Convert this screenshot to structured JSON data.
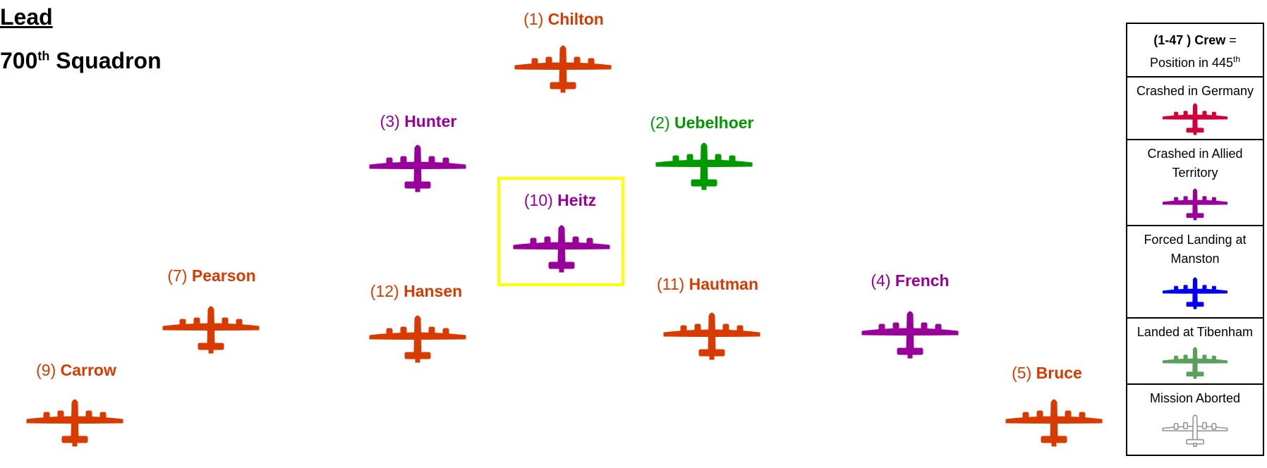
{
  "header": {
    "lead": "Lead",
    "squadron_num": "700",
    "squadron_sup": "th",
    "squadron_rest": "Squadron"
  },
  "colors": {
    "crashed_germany": "#d4003a",
    "crashed_allied": "#990099",
    "forced_landing": "#0000ee",
    "landed_tibenham": "#5c9e5c",
    "aborted": "#999999",
    "formation_orange": "#d83b01",
    "formation_purple": "#990099",
    "formation_green": "#009900",
    "highlight": "#ffff00"
  },
  "formation": [
    {
      "num": "(1)",
      "name": "Chilton",
      "color": "#d83b01"
    },
    {
      "num": "(2)",
      "name": "Uebelhoer",
      "color": "#009900"
    },
    {
      "num": "(3)",
      "name": "Hunter",
      "color": "#990099"
    },
    {
      "num": "(10)",
      "name": "Heitz",
      "color": "#990099"
    },
    {
      "num": "(7)",
      "name": "Pearson",
      "color": "#d83b01"
    },
    {
      "num": "(12)",
      "name": "Hansen",
      "color": "#d83b01"
    },
    {
      "num": "(11)",
      "name": "Hautman",
      "color": "#d83b01"
    },
    {
      "num": "(4)",
      "name": "French",
      "color": "#990099"
    },
    {
      "num": "(9)",
      "name": "Carrow",
      "color": "#d83b01"
    },
    {
      "num": "(5)",
      "name": "Bruce",
      "color": "#d83b01"
    }
  ],
  "legend": {
    "key_range": "(1-47 )",
    "key_crew": "Crew",
    "key_eq": "=",
    "key_line2": "Position in 445",
    "key_sup": "th",
    "rows": [
      {
        "line1": "Crashed in Germany",
        "line2": "",
        "icon": "plane-icon",
        "color": "#d4003a"
      },
      {
        "line1": "Crashed in  Allied",
        "line2": "Territory",
        "icon": "plane-icon",
        "color": "#990099"
      },
      {
        "line1": "Forced Landing at",
        "line2": "Manston",
        "icon": "plane-icon",
        "color": "#0000ee"
      },
      {
        "line1": "Landed at Tibenham",
        "line2": "",
        "icon": "plane-icon",
        "color": "#5c9e5c"
      },
      {
        "line1": "Mission Aborted",
        "line2": "",
        "icon": "plane-outline-icon",
        "color": "#999999"
      }
    ]
  }
}
